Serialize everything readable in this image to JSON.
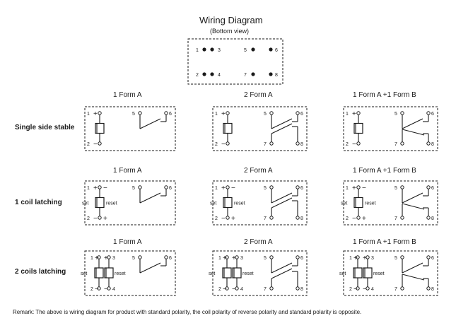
{
  "title": "Wiring Diagram",
  "subtitle": "(Bottom view)",
  "bottom_view": {
    "pins": [
      "1",
      "2",
      "3",
      "4",
      "5",
      "6",
      "7",
      "8"
    ]
  },
  "columns": [
    "1 Form A",
    "2 Form A",
    "1 Form A +1 Form B"
  ],
  "rows": [
    "Single side stable",
    "1 coil latching",
    "2 coils latching"
  ],
  "labels": {
    "set": "set",
    "reset": "reset",
    "plus": "+",
    "minus": "−"
  },
  "remark": "Remark: The above is wiring diagram for product with standard polarity, the coil polarity of reverse polarity and standard polarity is opposite."
}
